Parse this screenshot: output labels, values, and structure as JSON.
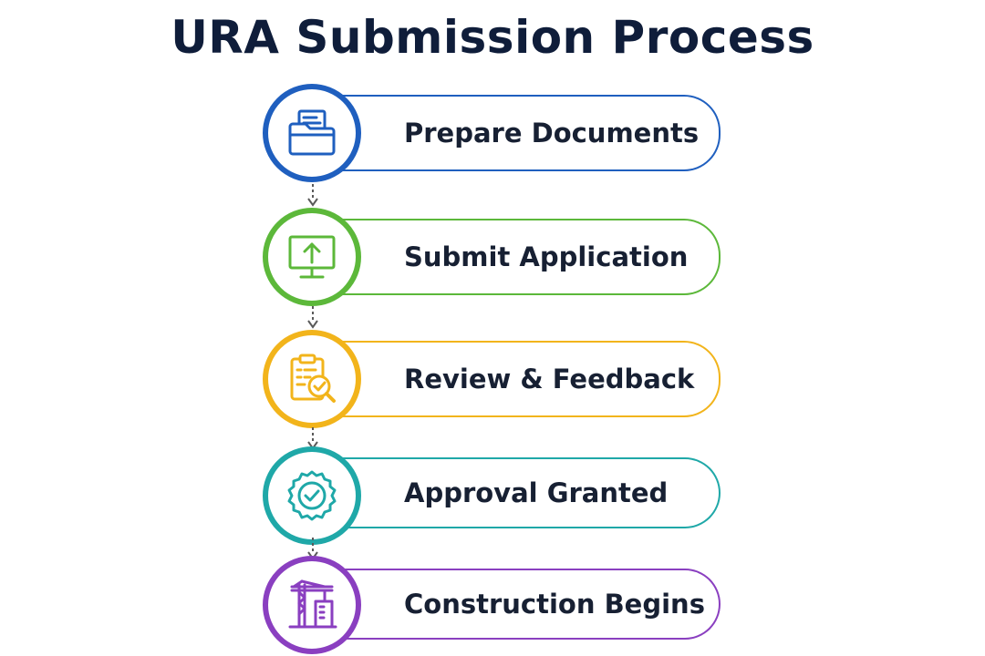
{
  "title": "URA Submission Process",
  "colors": {
    "step1": "#1f5fbf",
    "step2": "#5cb83a",
    "step3": "#f2b41b",
    "step4": "#1fa8a8",
    "step5": "#8a3fc0",
    "connector": "#5a5a5a"
  },
  "steps": [
    {
      "label": "Prepare Documents",
      "icon": "folder-documents-icon"
    },
    {
      "label": "Submit Application",
      "icon": "monitor-upload-icon"
    },
    {
      "label": "Review & Feedback",
      "icon": "clipboard-magnifier-icon"
    },
    {
      "label": "Approval Granted",
      "icon": "approval-seal-icon"
    },
    {
      "label": "Construction Begins",
      "icon": "crane-building-icon"
    }
  ]
}
